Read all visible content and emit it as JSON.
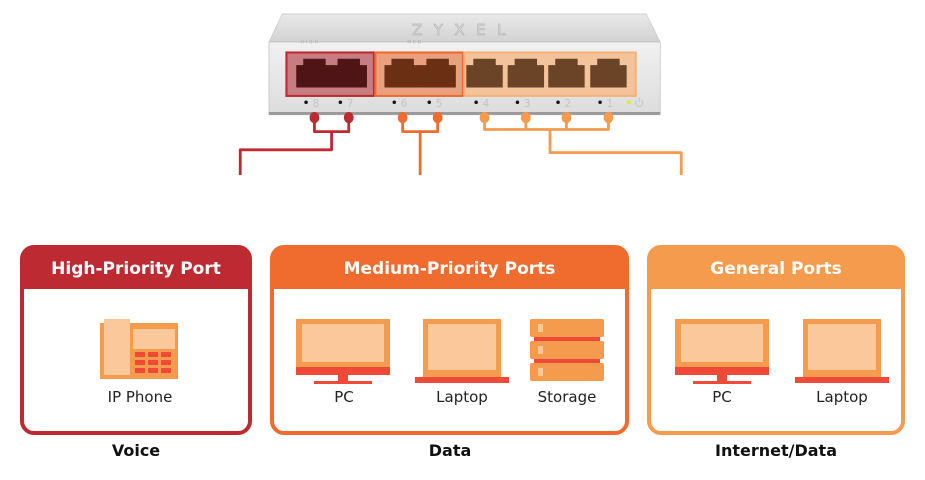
{
  "switch": {
    "brand": "ZYXEL",
    "top_labels": [
      "HIGH",
      "MED"
    ],
    "port_numbers": [
      "8",
      "7",
      "6",
      "5",
      "4",
      "3",
      "2",
      "1"
    ],
    "power_icon": "power-icon",
    "led_color": "#d4f03a"
  },
  "colors": {
    "high": "#bd2a31",
    "medium": "#ef6b2e",
    "general": "#f59b4d",
    "device_fill": "#f59b4d",
    "device_screen": "#fac89a",
    "device_accent": "#ef4a37"
  },
  "groups": [
    {
      "title": "High-Priority Port",
      "ports": [
        "8",
        "7"
      ],
      "devices": [
        {
          "label": "IP Phone",
          "icon": "ip-phone-icon"
        }
      ],
      "caption": "Voice"
    },
    {
      "title": "Medium-Priority Ports",
      "ports": [
        "6",
        "5"
      ],
      "devices": [
        {
          "label": "PC",
          "icon": "desktop-pc-icon"
        },
        {
          "label": "Laptop",
          "icon": "laptop-icon"
        },
        {
          "label": "Storage",
          "icon": "storage-icon"
        }
      ],
      "caption": "Data"
    },
    {
      "title": "General Ports",
      "ports": [
        "4",
        "3",
        "2",
        "1"
      ],
      "devices": [
        {
          "label": "PC",
          "icon": "desktop-pc-icon"
        },
        {
          "label": "Laptop",
          "icon": "laptop-icon"
        }
      ],
      "caption": "Internet/Data"
    }
  ]
}
